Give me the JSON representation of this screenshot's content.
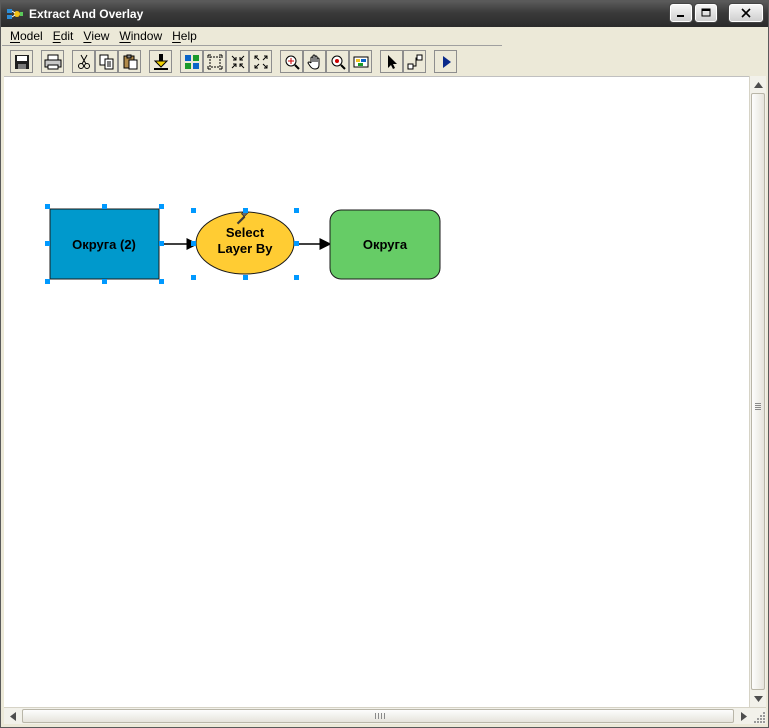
{
  "window": {
    "title": "Extract And Overlay"
  },
  "menu": [
    {
      "mnemonic": "M",
      "rest": "odel"
    },
    {
      "mnemonic": "E",
      "rest": "dit"
    },
    {
      "mnemonic": "V",
      "rest": "iew"
    },
    {
      "mnemonic": "W",
      "rest": "indow"
    },
    {
      "mnemonic": "H",
      "rest": "elp"
    }
  ],
  "model": {
    "input_node": {
      "label": "Округа (2)",
      "color": "#0099cc"
    },
    "tool_node": {
      "label_line1": "Select",
      "label_line2": "Layer By",
      "color": "#ffcc33"
    },
    "output_node": {
      "label": "Округа",
      "color": "#66cc66"
    }
  },
  "colors": {
    "selection_handle": "#0099ff",
    "titlebar": "#3a3a3a"
  }
}
